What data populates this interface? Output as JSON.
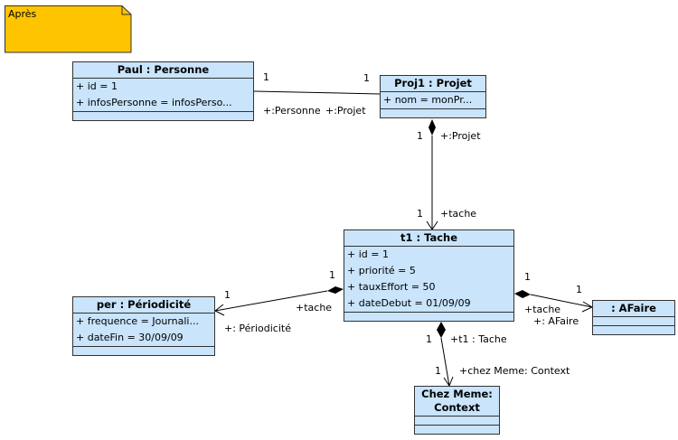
{
  "note": {
    "text": "Après",
    "color": "#ffc400"
  },
  "classes": {
    "paul": {
      "name": "Paul : Personne",
      "attrs": [
        "+ id = 1",
        "+ infosPersonne = infosPerso..."
      ]
    },
    "proj1": {
      "name": "Proj1 : Projet",
      "attrs": [
        "+ nom = monPr..."
      ]
    },
    "t1": {
      "name": "t1 : Tache",
      "attrs": [
        "+ id = 1",
        "+ priorité = 5",
        "+ tauxEffort = 50",
        "+ dateDebut = 01/09/09"
      ]
    },
    "per": {
      "name": "per : Périodicité",
      "attrs": [
        "+ frequence = Journali...",
        "+ dateFin = 30/09/09"
      ]
    },
    "afaire": {
      "name": ": AFaire",
      "attrs": []
    },
    "chez": {
      "name_line1": "Chez Meme:",
      "name_line2": "Context",
      "attrs": []
    }
  },
  "links": {
    "paul_proj": {
      "mult_a": "1",
      "mult_b": "1",
      "role_a": "+:Personne",
      "role_b": "+:Projet"
    },
    "proj_tache": {
      "mult_a": "1",
      "role_a": "+:Projet",
      "mult_b": "1",
      "role_b": "+tache"
    },
    "tache_per": {
      "mult_a": "1",
      "mult_b": "1",
      "role_a": "+tache",
      "role_b": "+: Périodicité"
    },
    "tache_afaire": {
      "mult_a": "1",
      "mult_b": "1",
      "role_a": "+tache",
      "role_b": "+: AFaire"
    },
    "tache_chez": {
      "mult_a": "1",
      "role_a": "+t1 : Tache",
      "mult_b": "1",
      "role_b": "+chez Meme: Context"
    }
  },
  "colors": {
    "class_fill": "#c9e4fb",
    "border": "#333333"
  }
}
